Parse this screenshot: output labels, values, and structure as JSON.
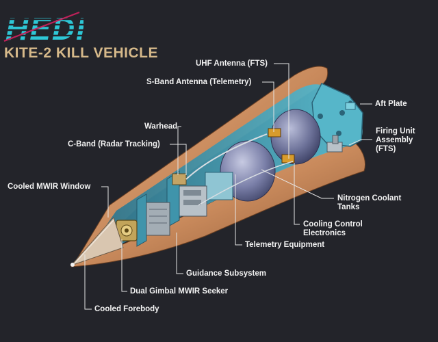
{
  "logo_text": "HEDI",
  "title": "KITE-2 KILL VEHICLE",
  "labels": {
    "uhf_antenna": "UHF Antenna (FTS)",
    "s_band_antenna": "S-Band Antenna (Telemetry)",
    "aft_plate": "Aft Plate",
    "warhead": "Warhead",
    "firing_unit_1": "Firing Unit",
    "firing_unit_2": "Assembly",
    "firing_unit_3": "(FTS)",
    "c_band": "C-Band (Radar Tracking)",
    "cooled_mwir_window": "Cooled MWIR Window",
    "nitrogen_1": "Nitrogen Coolant",
    "nitrogen_2": "Tanks",
    "cooling_control_1": "Cooling Control",
    "cooling_control_2": "Electronics",
    "telemetry_equipment": "Telemetry Equipment",
    "guidance_subsystem": "Guidance Subsystem",
    "dual_gimbal_seeker": "Dual Gimbal MWIR Seeker",
    "cooled_forebody": "Cooled Forebody"
  },
  "colors": {
    "background": "#23242a",
    "logo_cyan": "#2ec7d6",
    "logo_stripe": "#c0215a",
    "title_gold": "#d6b98a",
    "label_text": "#f2f2f2",
    "leader_line": "#e6e6e6",
    "shell_copper": "#c98a5c",
    "shell_highlight": "#e4b48a",
    "shell_shadow": "#8a5532",
    "interior_cyan": "#4fb1c6",
    "interior_dark": "#2d6f86",
    "tank_purple": "#7a7fa8",
    "tank_light": "#a9adcc",
    "seeker_gold": "#c2a45a",
    "component_gray": "#9aa0a6"
  }
}
